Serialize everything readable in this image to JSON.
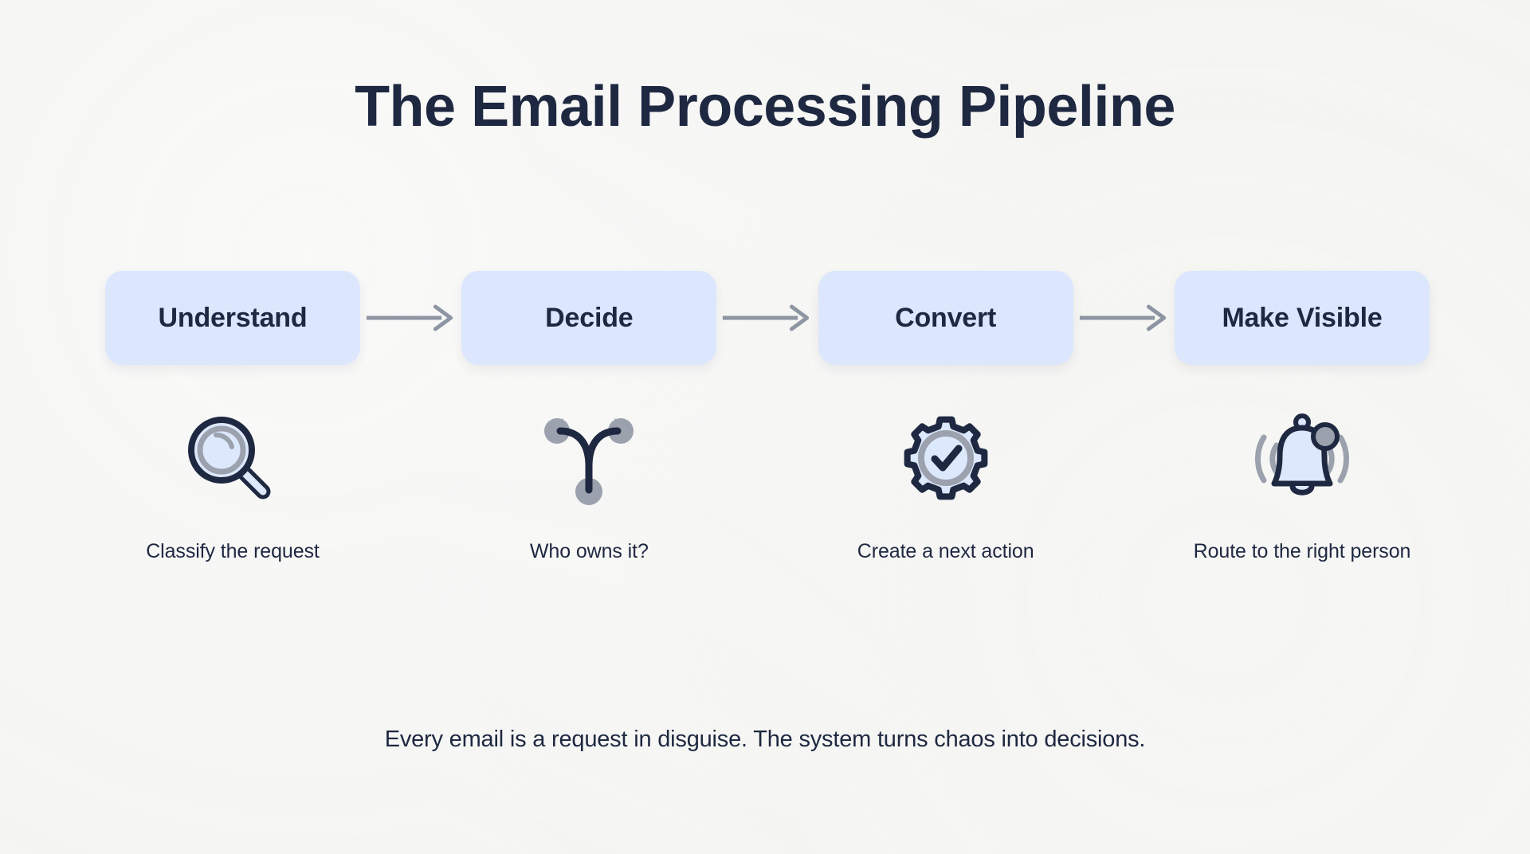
{
  "page": {
    "title": "The Email Processing Pipeline",
    "footer": "Every email is a request in disguise. The system turns chaos into decisions.",
    "background_color": "#f4f4f2",
    "text_color": "#1e2841",
    "pill_color": "#dce6fd",
    "arrow_color": "#8e95a3",
    "icon_outline_color": "#1e2841",
    "icon_fill_color": "#dce8fb",
    "icon_accent_color": "#9ba1ad"
  },
  "steps": [
    {
      "label": "Understand",
      "caption": "Classify the request",
      "icon": "magnifying-glass-icon"
    },
    {
      "label": "Decide",
      "caption": "Who owns it?",
      "icon": "branch-fork-icon"
    },
    {
      "label": "Convert",
      "caption": "Create a next action",
      "icon": "gear-check-icon"
    },
    {
      "label": "Make Visible",
      "caption": "Route to the right person",
      "icon": "bell-icon"
    }
  ],
  "connectors": [
    {
      "name": "arrow-understand-to-decide"
    },
    {
      "name": "arrow-decide-to-convert"
    },
    {
      "name": "arrow-convert-to-make-visible"
    }
  ]
}
